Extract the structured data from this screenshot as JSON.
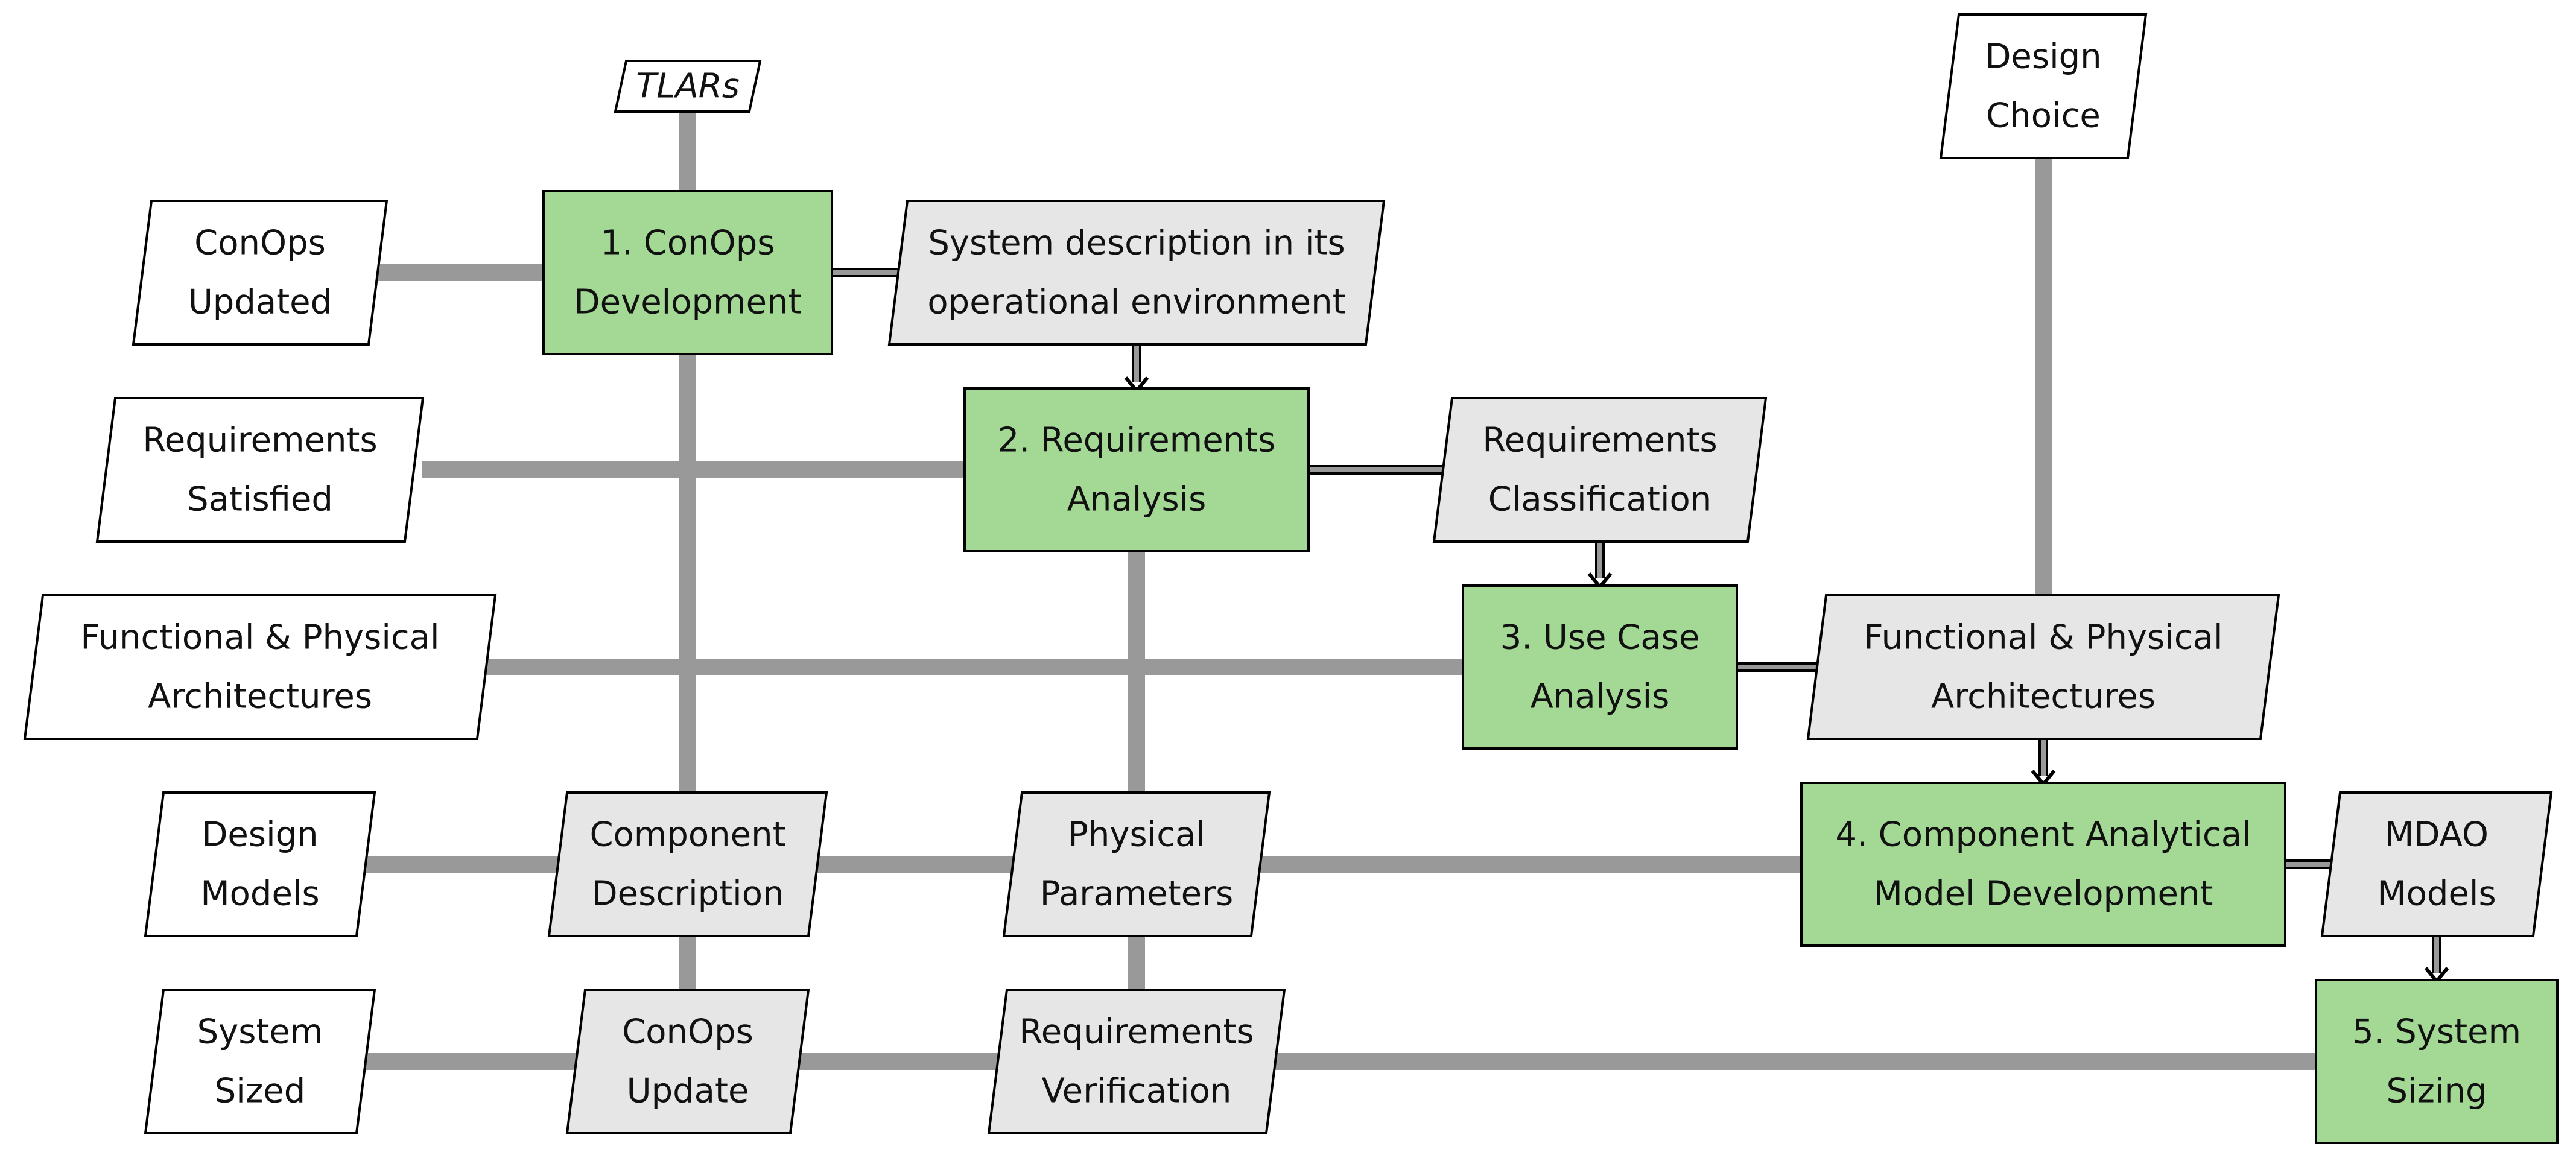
{
  "diagram": {
    "colors": {
      "process_fill": "#a3d995",
      "parallelogram_gray": "#e6e6e6",
      "parallelogram_white": "#ffffff",
      "connector_gray": "#999999",
      "stroke": "#000000"
    },
    "nodes": {
      "tlars": {
        "lines": [
          "TLARs"
        ],
        "style": "italic"
      },
      "design_choice": {
        "lines": [
          "Design",
          "Choice"
        ]
      },
      "conops_updated": {
        "lines": [
          "ConOps",
          "Updated"
        ]
      },
      "step1": {
        "lines": [
          "1. ConOps",
          "Development"
        ]
      },
      "system_description": {
        "lines": [
          "System description in its",
          "operational environment"
        ]
      },
      "requirements_satisfied": {
        "lines": [
          "Requirements",
          "Satisfied"
        ]
      },
      "step2": {
        "lines": [
          "2. Requirements",
          "Analysis"
        ]
      },
      "requirements_classification": {
        "lines": [
          "Requirements",
          "Classification"
        ]
      },
      "fpa_left": {
        "lines": [
          "Functional & Physical",
          "Architectures"
        ]
      },
      "step3": {
        "lines": [
          "3. Use Case",
          "Analysis"
        ]
      },
      "fpa_right": {
        "lines": [
          "Functional & Physical",
          "Architectures"
        ]
      },
      "design_models": {
        "lines": [
          "Design",
          "Models"
        ]
      },
      "component_description": {
        "lines": [
          "Component",
          "Description"
        ]
      },
      "physical_parameters": {
        "lines": [
          "Physical",
          "Parameters"
        ]
      },
      "step4": {
        "lines": [
          "4. Component Analytical",
          "Model Development"
        ]
      },
      "mdao_models": {
        "lines": [
          "MDAO",
          "Models"
        ]
      },
      "system_sized": {
        "lines": [
          "System",
          "Sized"
        ]
      },
      "conops_update": {
        "lines": [
          "ConOps",
          "Update"
        ]
      },
      "requirements_verification": {
        "lines": [
          "Requirements",
          "Verification"
        ]
      },
      "step5": {
        "lines": [
          "5. System",
          "Sizing"
        ]
      }
    }
  }
}
